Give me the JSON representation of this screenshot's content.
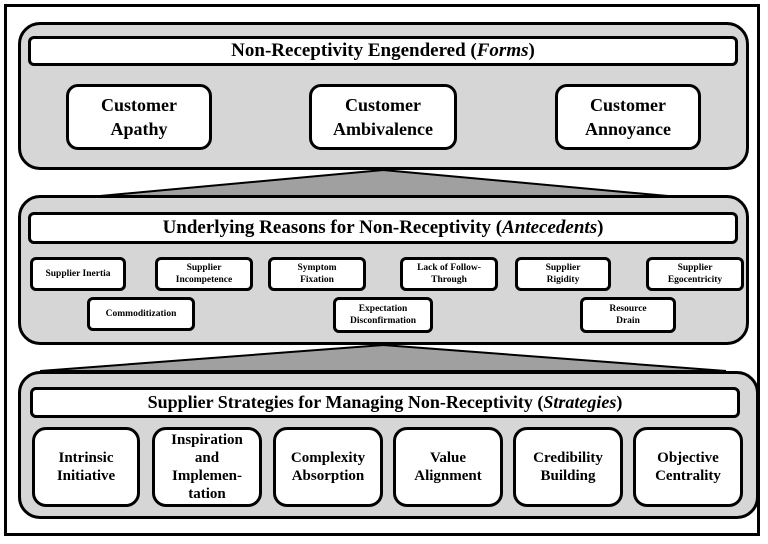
{
  "forms": {
    "title_main": "Non-Receptivity Engendered (",
    "title_italic": "Forms",
    "title_end": ")",
    "boxes": [
      {
        "line1": "Customer",
        "line2": "Apathy"
      },
      {
        "line1": "Customer",
        "line2": "Ambivalence"
      },
      {
        "line1": "Customer",
        "line2": "Annoyance"
      }
    ]
  },
  "antecedents": {
    "title_main": "Underlying Reasons for Non-Receptivity (",
    "title_italic": "Antecedents",
    "title_end": ")",
    "row1": [
      {
        "line1": "Supplier Inertia",
        "line2": ""
      },
      {
        "line1": "Supplier",
        "line2": "Incompetence"
      },
      {
        "line1": "Symptom",
        "line2": "Fixation"
      },
      {
        "line1": "Lack of Follow-",
        "line2": "Through"
      },
      {
        "line1": "Supplier",
        "line2": "Rigidity"
      },
      {
        "line1": "Supplier",
        "line2": "Egocentricity"
      }
    ],
    "row2": [
      {
        "line1": "Commoditization",
        "line2": ""
      },
      {
        "line1": "Expectation",
        "line2": "Disconfirmation"
      },
      {
        "line1": "Resource",
        "line2": "Drain"
      }
    ]
  },
  "strategies": {
    "title_main": "Supplier Strategies for Managing Non-Receptivity (",
    "title_italic": "Strategies",
    "title_end": ")",
    "boxes": [
      {
        "lines": [
          "Intrinsic",
          "Initiative"
        ]
      },
      {
        "lines": [
          "Inspiration",
          "and",
          "Implemen-",
          "tation"
        ]
      },
      {
        "lines": [
          "Complexity",
          "Absorption"
        ]
      },
      {
        "lines": [
          "Value",
          "Alignment"
        ]
      },
      {
        "lines": [
          "Credibility",
          "Building"
        ]
      },
      {
        "lines": [
          "Objective",
          "Centrality"
        ]
      }
    ]
  },
  "colors": {
    "panel_fill": "#d6d6d6",
    "connector_fill": "#a0a0a0",
    "stroke": "#000000"
  }
}
